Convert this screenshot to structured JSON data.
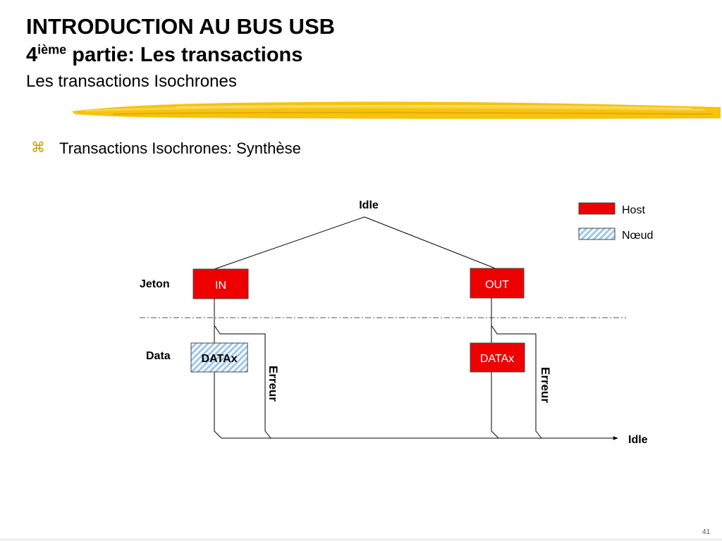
{
  "header": {
    "title_line1": "INTRODUCTION AU BUS USB",
    "title_line2_number": "4",
    "title_line2_sup": "ième",
    "title_line2_rest": " partie: Les transactions",
    "subtitle": "Les transactions Isochrones"
  },
  "bullet": {
    "icon": "command-key-icon",
    "symbol": "⌘",
    "text": "Transactions Isochrones: Synthèse"
  },
  "diagram": {
    "idle_top": "Idle",
    "idle_bottom": "Idle",
    "row_labels": {
      "token": "Jeton",
      "data": "Data"
    },
    "left_branch": {
      "token_packet": "IN",
      "data_packet": "DATAx",
      "error_label": "Erreur"
    },
    "right_branch": {
      "token_packet": "OUT",
      "data_packet": "DATAx",
      "error_label": "Erreur"
    },
    "legend": [
      {
        "label": "Host",
        "color": "#ee0000",
        "pattern": "solid"
      },
      {
        "label": "Nœud",
        "color": "#9cc8ee",
        "pattern": "hatched"
      }
    ]
  },
  "colors": {
    "host": "#ee0000",
    "node": "#9cc8ee",
    "accent": "#f5c000"
  },
  "footer": {
    "page_number": "41"
  }
}
